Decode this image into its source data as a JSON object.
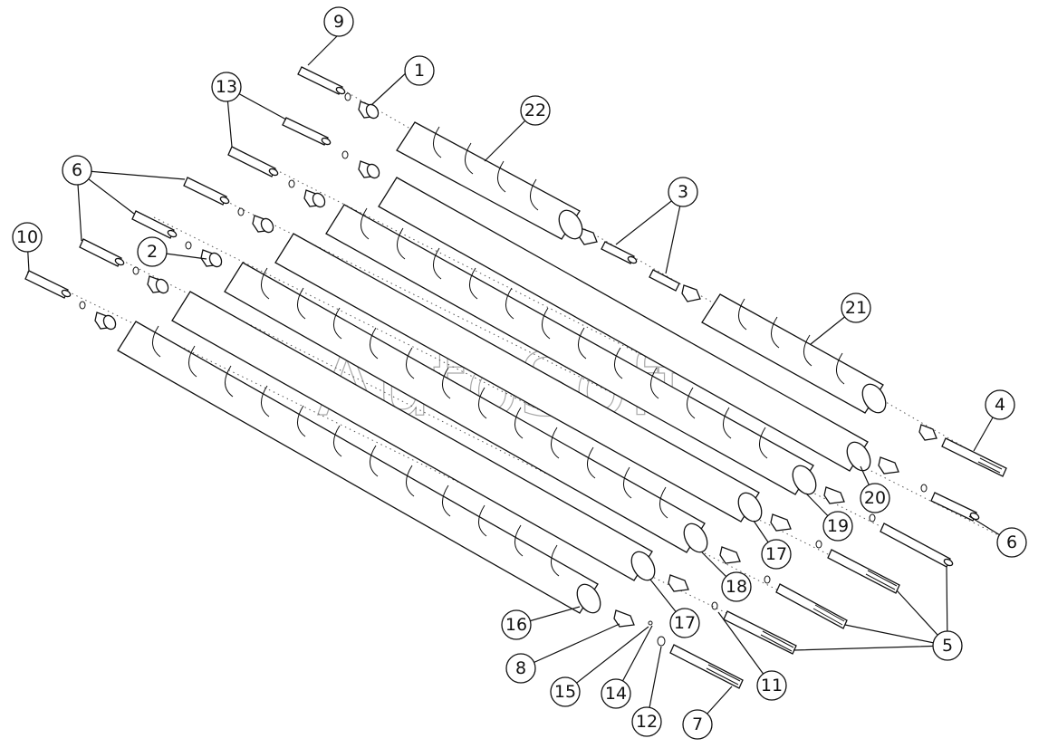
{
  "watermark": "AutoSoft",
  "callouts": [
    {
      "id": "c1",
      "label": "1"
    },
    {
      "id": "c2",
      "label": "2"
    },
    {
      "id": "c3",
      "label": "3"
    },
    {
      "id": "c4",
      "label": "4"
    },
    {
      "id": "c5",
      "label": "5"
    },
    {
      "id": "c6a",
      "label": "6"
    },
    {
      "id": "c6b",
      "label": "6"
    },
    {
      "id": "c7",
      "label": "7"
    },
    {
      "id": "c8",
      "label": "8"
    },
    {
      "id": "c9",
      "label": "9"
    },
    {
      "id": "c10",
      "label": "10"
    },
    {
      "id": "c11",
      "label": "11"
    },
    {
      "id": "c12",
      "label": "12"
    },
    {
      "id": "c13",
      "label": "13"
    },
    {
      "id": "c14",
      "label": "14"
    },
    {
      "id": "c15",
      "label": "15"
    },
    {
      "id": "c16",
      "label": "16"
    },
    {
      "id": "c17a",
      "label": "17"
    },
    {
      "id": "c17b",
      "label": "17"
    },
    {
      "id": "c18",
      "label": "18"
    },
    {
      "id": "c19",
      "label": "19"
    },
    {
      "id": "c20",
      "label": "20"
    },
    {
      "id": "c21",
      "label": "21"
    },
    {
      "id": "c22",
      "label": "22"
    }
  ]
}
